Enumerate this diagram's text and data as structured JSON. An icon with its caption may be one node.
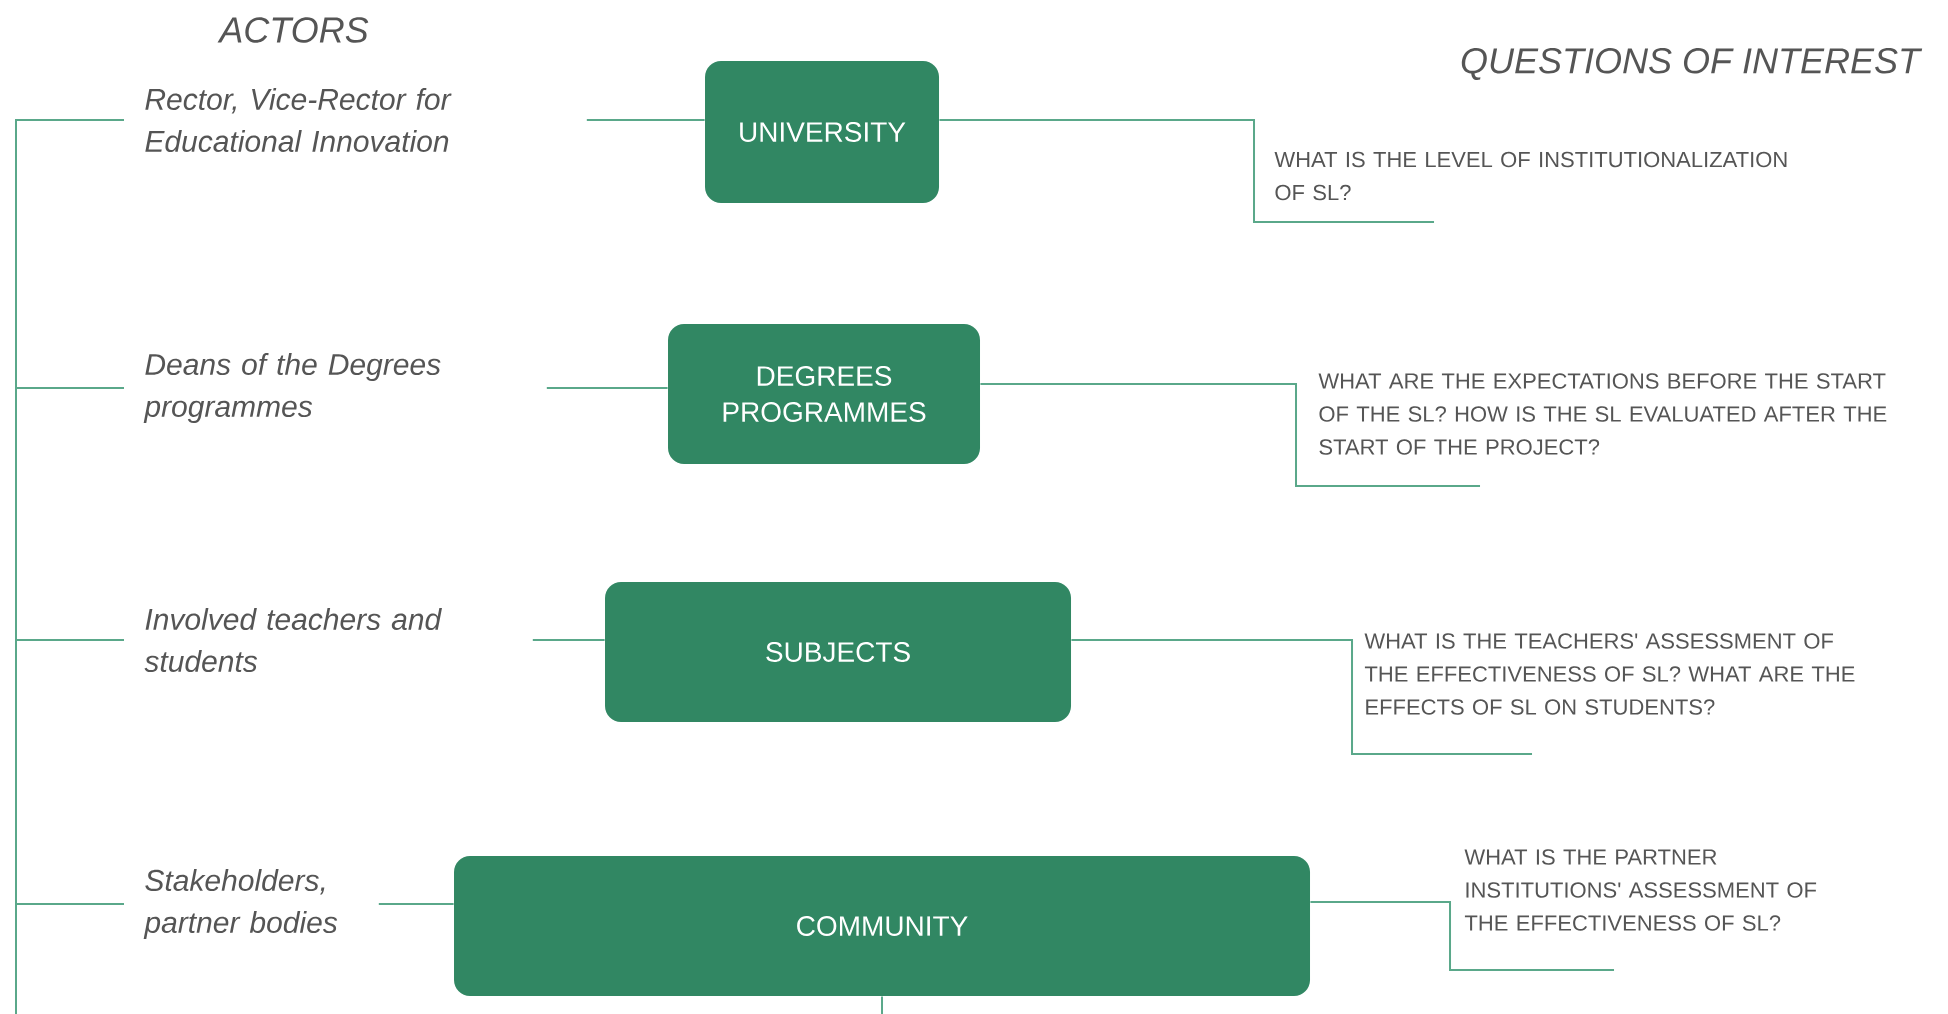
{
  "diagram": {
    "nodes": [
      {
        "text": [
          "Rector, Vice-Rector for Educational Innovation"
        ]
      },
      {
        "text": [
          "UNIVERSITY"
        ]
      },
      {
        "text": [
          "WHAT IS THE LEVEL OF INSTITUTIONALIZATION OF SL?"
        ]
      },
      {
        "text": [
          "Deans of the Degrees programmes"
        ]
      },
      {
        "text": [
          "DEGREES PROGRAMMES"
        ]
      },
      {
        "text": [
          "WHAT ARE THE EXPECTATIONS BEFORE THE START OF THE SL? HOW IS THE SL EVALUATED AFTER THE START OF THE PROJECT?"
        ]
      },
      {
        "text": [
          "Involved teachers and students"
        ]
      },
      {
        "text": [
          "SUBJECTS"
        ]
      },
      {
        "text": [
          "WHAT IS THE TEACHERS' ASSESSMENT OF THE EFFECTIVENESS OF SL? WHAT ARE THE EFFECTS OF SL ON STUDENTS?"
        ]
      },
      {
        "text": [
          "Stakeholders, partner bodies"
        ]
      },
      {
        "text": [
          "COMMUNITY"
        ]
      },
      {
        "text": [
          "WHAT IS THE PARTNER INSTITUTIONS' ASSESSMENT OF THE EFFECTIVENESS OF SL?"
        ]
      }
    ],
    "edges": [
      {
        "from": 0,
        "to": 1,
        "arrow": "none"
      },
      {
        "from": 1,
        "to": 2,
        "arrow": "none"
      },
      {
        "from": 3,
        "to": 4,
        "arrow": "none"
      },
      {
        "from": 4,
        "to": 5,
        "arrow": "none"
      },
      {
        "from": 6,
        "to": 7,
        "arrow": "none"
      },
      {
        "from": 7,
        "to": 8,
        "arrow": "none"
      },
      {
        "from": 9,
        "to": 10,
        "arrow": "none"
      },
      {
        "from": 10,
        "to": 11,
        "arrow": "none"
      },
      {
        "from": 10,
        "to": null,
        "arrow": "none"
      },
      {
        "from": null,
        "to": 0,
        "arrow": "none"
      },
      {
        "from": null,
        "to": 3,
        "arrow": "none"
      },
      {
        "from": null,
        "to": 6,
        "arrow": "none"
      },
      {
        "from": null,
        "to": 9,
        "arrow": "none"
      }
    ],
    "labels": [
      "ACTORS",
      "QUESTIONS OF INTEREST"
    ]
  }
}
